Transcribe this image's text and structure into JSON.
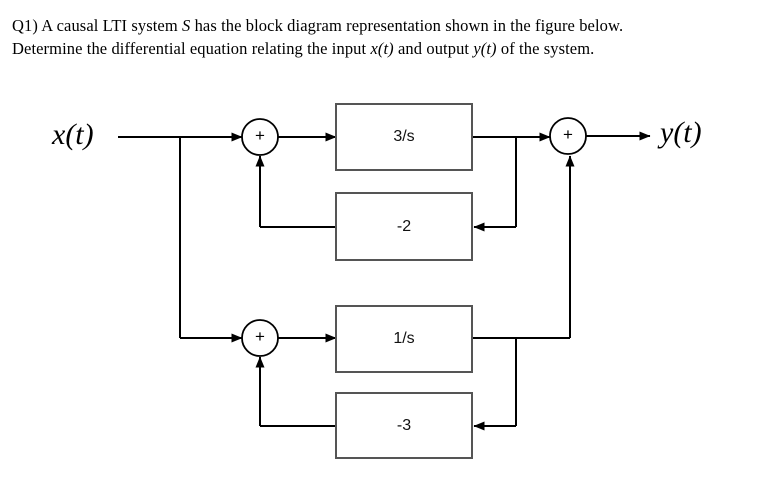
{
  "question": {
    "line1_pre": "Q1) A causal LTI system ",
    "line1_sym": "S",
    "line1_post": " has the block diagram representation shown in the figure below.",
    "line2_pre": "Determine the differential equation relating the input ",
    "line2_x": "x(t)",
    "line2_mid": " and output ",
    "line2_y": "y(t)",
    "line2_post": " of the system."
  },
  "diagram": {
    "input_label": "x(t)",
    "output_label": "y(t)",
    "summers": [
      {
        "name": "top-left-summer",
        "sign": "+"
      },
      {
        "name": "right-summer",
        "sign": "+"
      },
      {
        "name": "bottom-left-summer",
        "sign": "+"
      }
    ],
    "blocks": [
      {
        "name": "forward-block-upper",
        "label": "3/s"
      },
      {
        "name": "feedback-block-upper",
        "label": "-2"
      },
      {
        "name": "forward-block-lower",
        "label": "1/s"
      },
      {
        "name": "feedback-block-lower",
        "label": "-3"
      }
    ],
    "colors": {
      "line": "#000000",
      "box_border": "#555555",
      "background": "#ffffff"
    }
  }
}
